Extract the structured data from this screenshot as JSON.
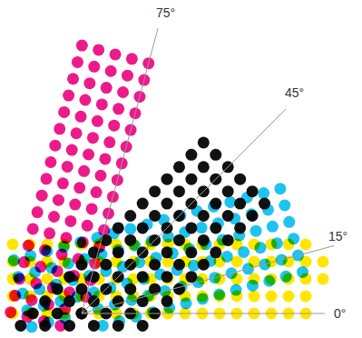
{
  "diagram": {
    "labels": [
      "75°",
      "45°",
      "15°",
      "0°"
    ]
  }
}
